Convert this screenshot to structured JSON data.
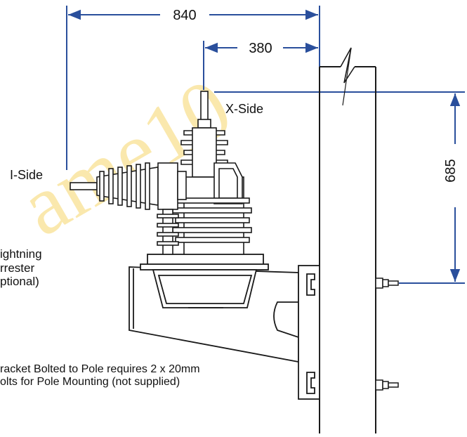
{
  "dimensions": {
    "overall_width": "840",
    "offset_width": "380",
    "vertical_height": "685"
  },
  "labels": {
    "x_side": "X-Side",
    "i_side": "I-Side",
    "lightning_line1": "ightning",
    "lightning_line2": "rrester",
    "lightning_line3": "ptional)",
    "bracket_line1": "racket Bolted to Pole requires 2 x 20mm",
    "bracket_line2": "olts for Pole Mounting (not supplied)"
  },
  "watermark": "ame10",
  "colors": {
    "dimension_line": "#2a4f9c",
    "drawing_line": "#1a1a1a",
    "watermark": "#f7d76b"
  }
}
